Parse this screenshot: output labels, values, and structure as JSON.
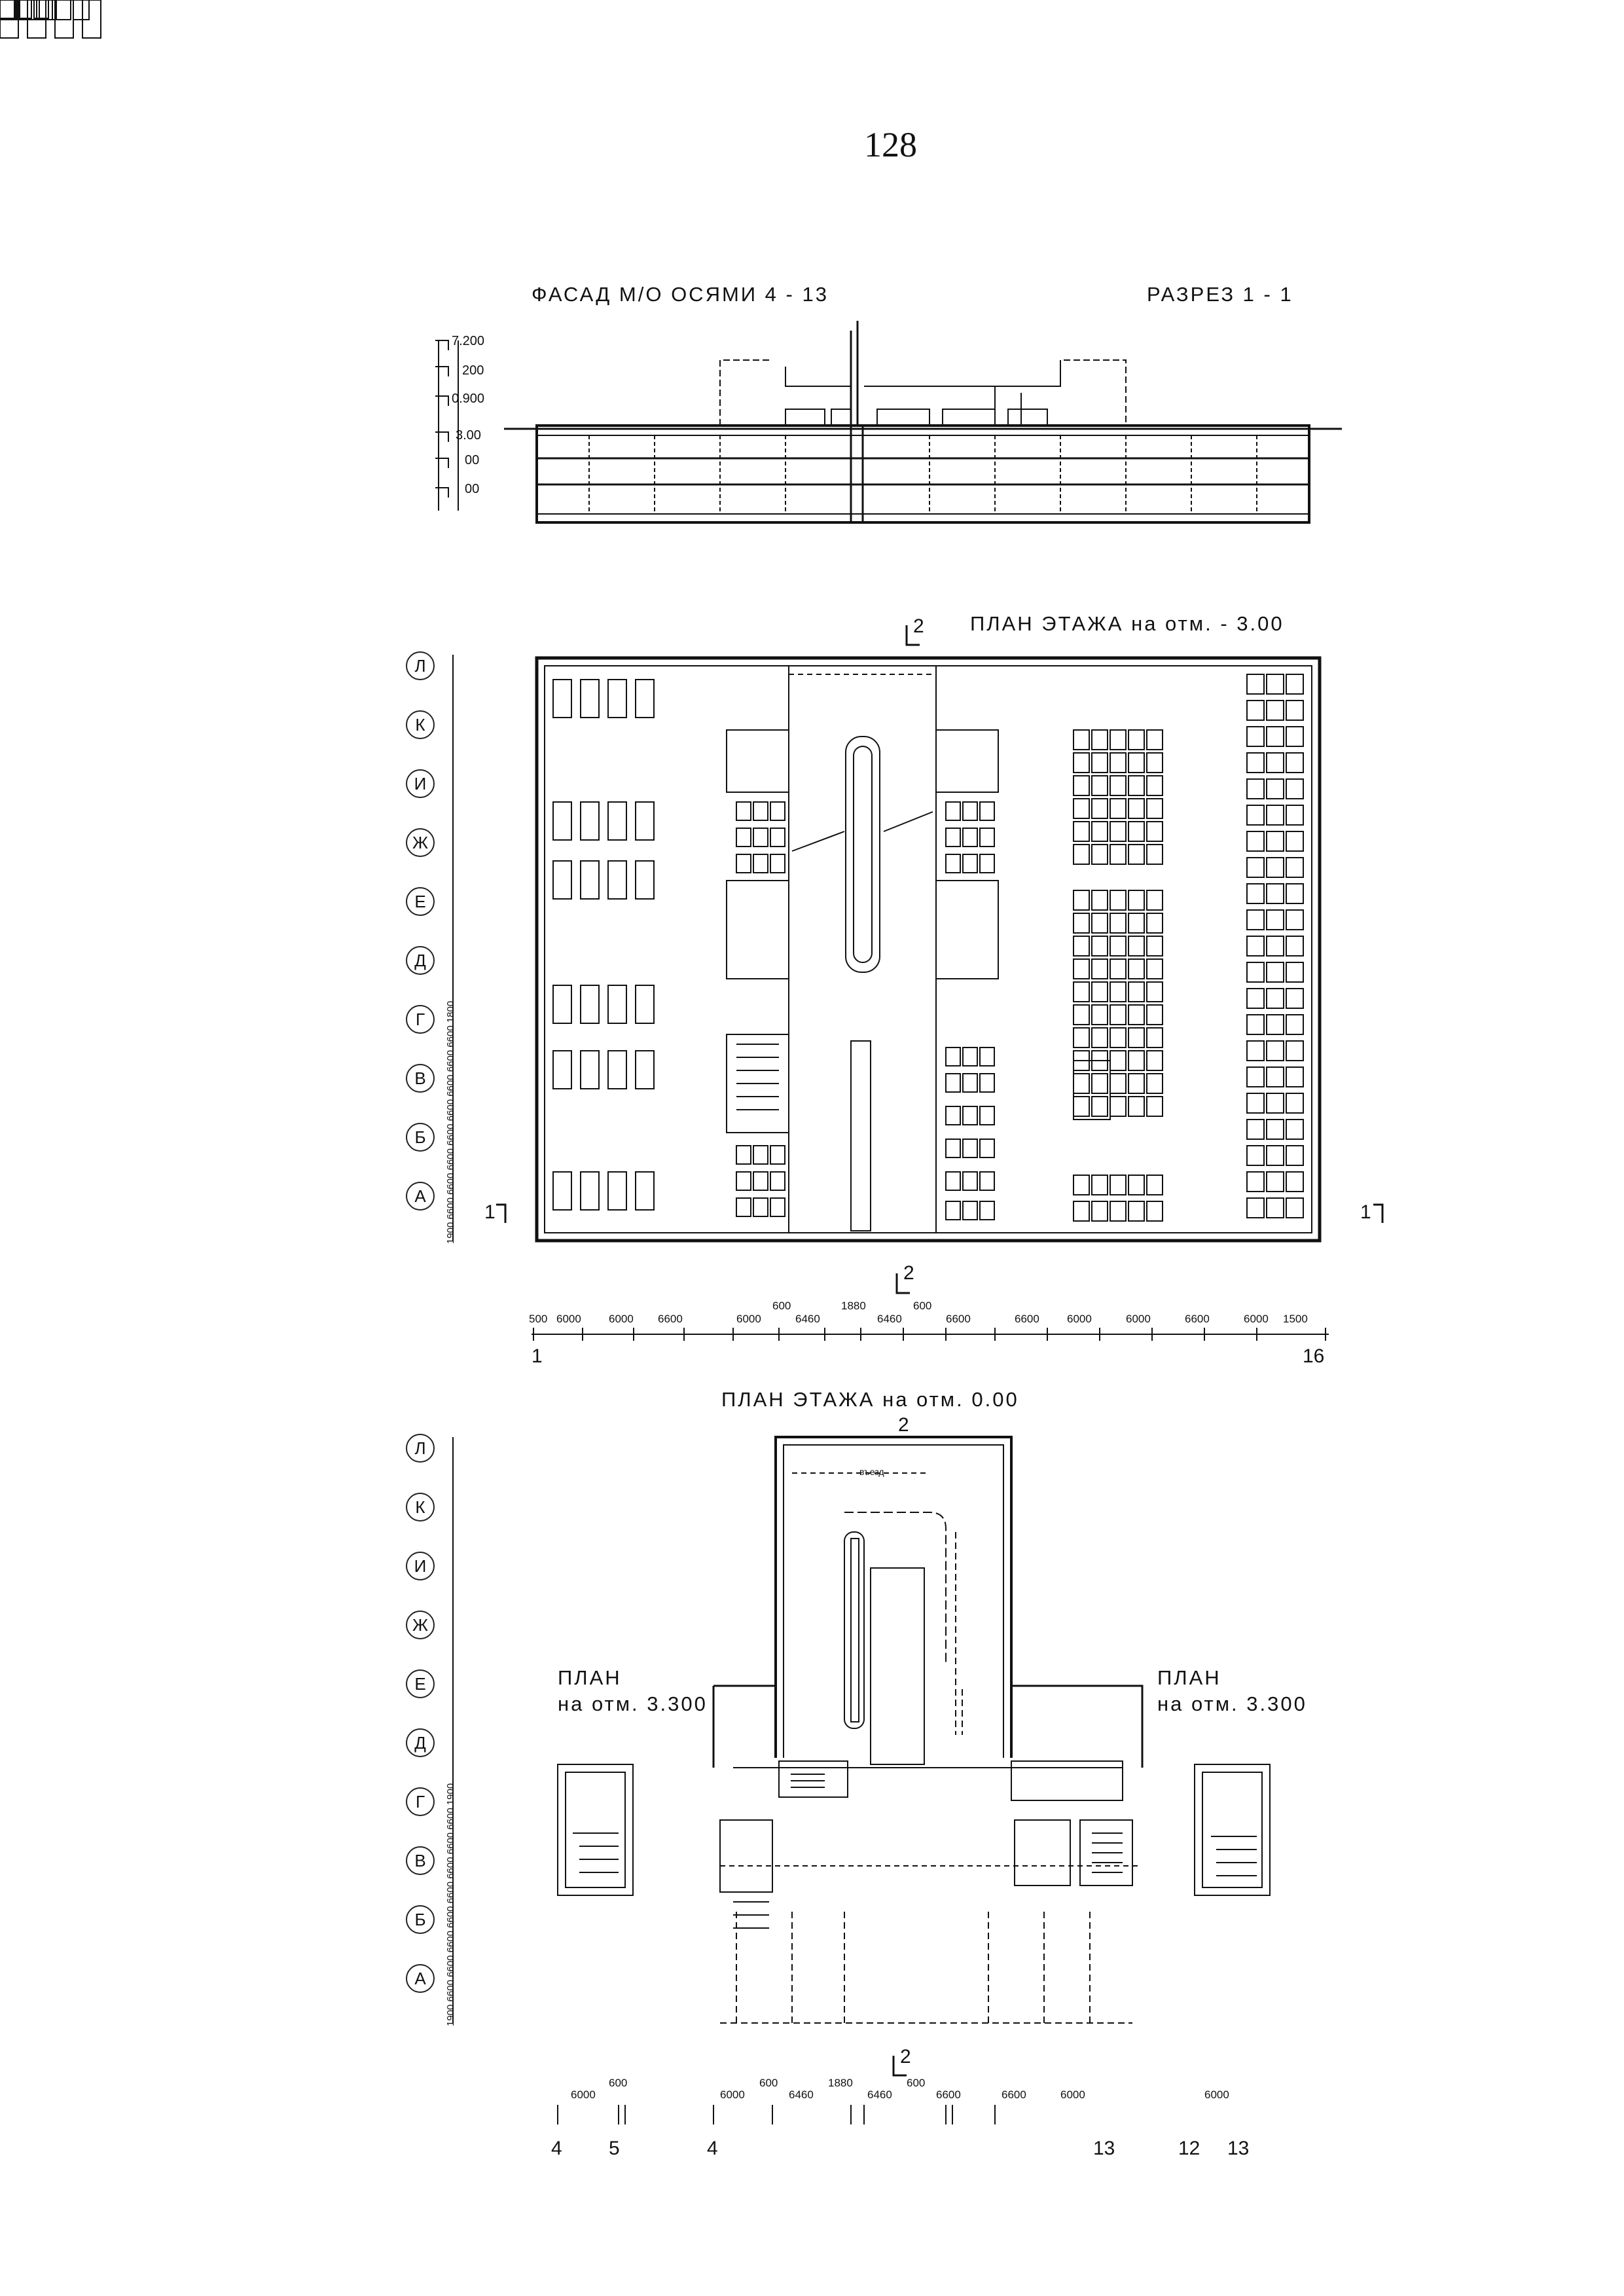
{
  "page_number": "128",
  "facade": {
    "title": "ФАСАД М/О ОСЯМИ 4 - 13",
    "section_title": "РАЗРЕЗ 1 - 1",
    "level_marks": [
      "7.200",
      "200",
      "0.900",
      "3.00",
      "00",
      "00"
    ]
  },
  "plan_minus3": {
    "title": "ПЛАН ЭТАЖА на отм. - 3.00",
    "section_mark": "2",
    "cut_mark_left": "1",
    "cut_mark_right": "1",
    "axes_letters": [
      "Л",
      "К",
      "И",
      "Ж",
      "Е",
      "Д",
      "Г",
      "В",
      "Б",
      "А"
    ],
    "side_dims": "1900 6600 6600 6600 6600 6600 6600 6600 6600 1800",
    "bottom_dims": [
      "500",
      "6000",
      "6000",
      "6600",
      "6000",
      "600",
      "6460",
      "1880",
      "6460",
      "600",
      "6600",
      "6600",
      "6000",
      "6000",
      "6600",
      "6000",
      "1500"
    ],
    "axis_start": "1",
    "axis_end": "16"
  },
  "plan_zero": {
    "title": "ПЛАН ЭТАЖА на отм. 0.00",
    "section_mark": "2",
    "entry_label": "въезд",
    "axes_letters": [
      "Л",
      "К",
      "И",
      "Ж",
      "Е",
      "Д",
      "Г",
      "В",
      "Б",
      "А"
    ],
    "side_dims": "1900 6600 6600 6600 6600 6600 6600 6600 6600 1900",
    "left_plan_title": "ПЛАН",
    "left_plan_level": "на отм. 3.300",
    "right_plan_title": "ПЛАН",
    "right_plan_level": "на отм. 3.300",
    "bottom_dims": [
      "6000",
      "600",
      "6000",
      "600",
      "6460",
      "1880",
      "6460",
      "600",
      "6600",
      "6600",
      "6000",
      "6000"
    ],
    "bottom_axes": [
      "4",
      "5",
      "4",
      "13",
      "12",
      "13"
    ]
  }
}
